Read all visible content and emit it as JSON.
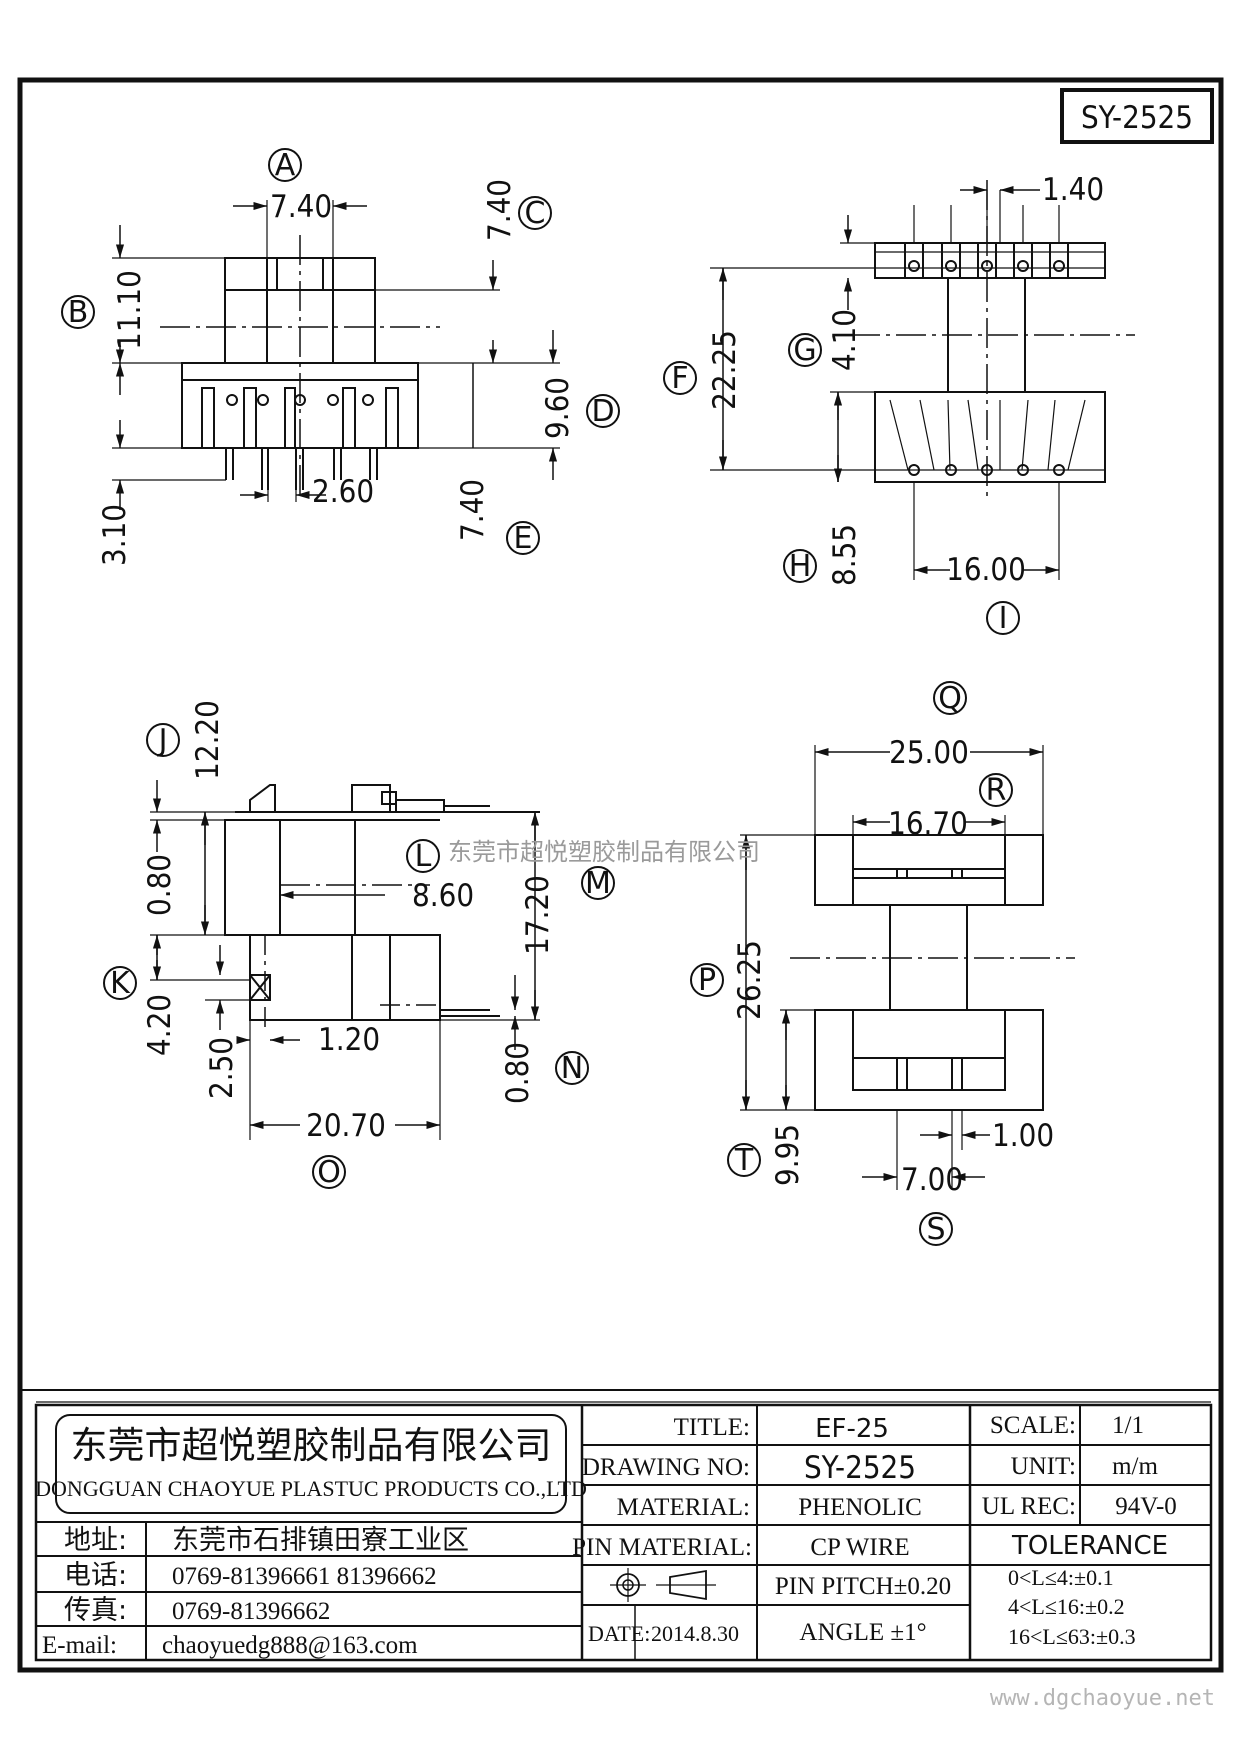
{
  "drawing_id": "SY-2525",
  "views": {
    "top_left": {
      "callouts": [
        "A",
        "B",
        "C",
        "D",
        "E"
      ],
      "dims": [
        "7.40",
        "11.10",
        "7.40",
        "9.60",
        "7.40",
        "2.60",
        "3.10"
      ]
    },
    "top_right": {
      "callouts": [
        "F",
        "G",
        "H",
        "I"
      ],
      "dims": [
        "1.40",
        "22.25",
        "4.10",
        "8.55",
        "16.00"
      ]
    },
    "bottom_left": {
      "callouts": [
        "J",
        "K",
        "L",
        "M",
        "N",
        "O"
      ],
      "dims": [
        "12.20",
        "0.80",
        "8.60",
        "17.20",
        "4.20",
        "2.50",
        "1.20",
        "0.80",
        "20.70"
      ]
    },
    "bottom_right": {
      "callouts": [
        "Q",
        "R",
        "P",
        "T",
        "S"
      ],
      "dims": [
        "25.00",
        "16.70",
        "26.25",
        "9.95",
        "1.00",
        "7.00"
      ]
    }
  },
  "watermark": "东莞市超悦塑胶制品有限公司",
  "title_block": {
    "company_cn": "东莞市超悦塑胶制品有限公司",
    "company_en": "DONGGUAN CHAOYUE PLASTUC PRODUCTS CO.,LTD",
    "contacts": [
      {
        "label": "地址:",
        "value": "东莞市石排镇田寮工业区"
      },
      {
        "label": "电话:",
        "value": "0769-81396661   81396662"
      },
      {
        "label": "传真:",
        "value": "0769-81396662"
      },
      {
        "label": "E-mail:",
        "value": "chaoyuedg888@163.com"
      }
    ],
    "title_label": "TITLE:",
    "title_value": "EF-25",
    "drawing_no_label": "DRAWING NO:",
    "drawing_no_value": "SY-2525",
    "material_label": "MATERIAL:",
    "material_value": "PHENOLIC",
    "pin_material_label": "PIN MATERIAL:",
    "pin_material_value": "CP WIRE",
    "pin_pitch": "PIN PITCH±0.20",
    "date_label": "DATE:",
    "date_value": "2014.8.30",
    "angle": "ANGLE  ±1°",
    "scale_label": "SCALE:",
    "scale_value": "1/1",
    "unit_label": "UNIT:",
    "unit_value": "m/m",
    "ul_label": "UL REC:",
    "ul_value": "94V-0",
    "tolerance_label": "TOLERANCE",
    "tolerance_rows": [
      "0<L≤4:±0.1",
      "4<L≤16:±0.2",
      "16<L≤63:±0.3"
    ]
  },
  "website": "www.dgchaoyue.net"
}
